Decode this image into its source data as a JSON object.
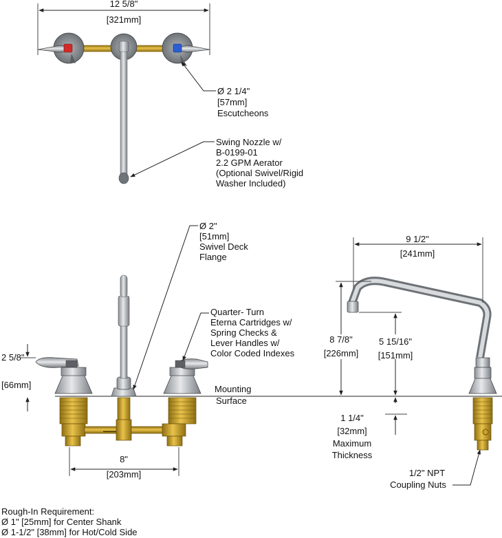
{
  "dimensions": {
    "overall_width": [
      "12 5/8\"",
      "[321mm]"
    ],
    "handle_height": [
      "2 5/8\"",
      "[66mm]"
    ],
    "center_spacing": [
      "8\"",
      "[203mm]"
    ],
    "spout_reach": [
      "9 1/2\"",
      "[241mm]"
    ],
    "spout_height": [
      "8 7/8\"",
      "[226mm]"
    ],
    "spout_clearance": [
      "5 15/16\"",
      "[151mm]"
    ],
    "max_thickness": [
      "1 1/4\"",
      "[32mm]",
      "Maximum",
      "Thickness"
    ]
  },
  "callouts": {
    "escutcheons": [
      "Ø 2 1/4\"",
      "[57mm]",
      "Escutcheons"
    ],
    "swing_nozzle": [
      "Swing Nozzle w/",
      "B-0199-01",
      "2.2 GPM Aerator",
      "(Optional Swivel/Rigid",
      "Washer Included)"
    ],
    "deck_flange": [
      "Ø 2\"",
      "[51mm]",
      "Swivel Deck",
      "Flange"
    ],
    "cartridges": [
      "Quarter- Turn",
      "Eterna Cartridges w/",
      "Spring Checks &",
      "Lever Handles w/",
      "Color Coded Indexes"
    ],
    "mounting_surface": [
      "Mounting",
      "Surface"
    ],
    "coupling_nuts": [
      "1/2\" NPT",
      "Coupling Nuts"
    ]
  },
  "rough_in": {
    "title": "Rough-In Requirement:",
    "lines": [
      "Ø 1\" [25mm] for Center Shank",
      "Ø 1-1/2\" [38mm] for Hot/Cold Side"
    ]
  },
  "colors": {
    "chrome": "#c0c4c8",
    "chrome_dark": "#7a7f85",
    "brass": "#c9a227",
    "brass_dark": "#8f6f12",
    "hot": "#d22a2a",
    "cold": "#2a5fd2"
  }
}
